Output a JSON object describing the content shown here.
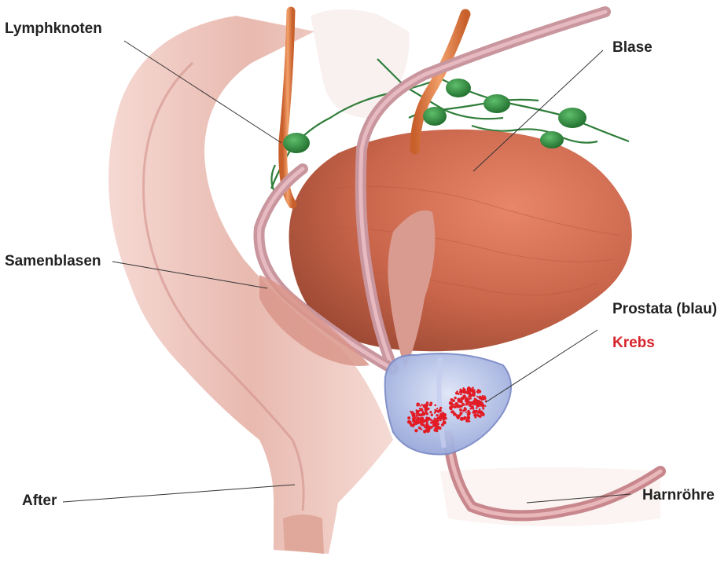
{
  "labels": {
    "lymphknoten": "Lymphknoten",
    "blase": "Blase",
    "samenblasen": "Samenblasen",
    "prostata": "Prostata (blau)",
    "krebs": "Krebs",
    "after": "After",
    "harnroehre": "Harnröhre"
  },
  "colors": {
    "label_text": "#222222",
    "krebs_text": "#d6262d",
    "bladder": "#c8654a",
    "rectum": "#e0a79b",
    "lymph_node": "#2f8a3e",
    "prostate": "#a9b8e6",
    "ureter": "#e58a4e",
    "vas_deferens": "#c9969e",
    "cancer_dots": "#e21b24"
  },
  "icons": {
    "lymph_nodes": "green-lymph-node-icon",
    "cancer": "red-dot-cluster-icon"
  }
}
